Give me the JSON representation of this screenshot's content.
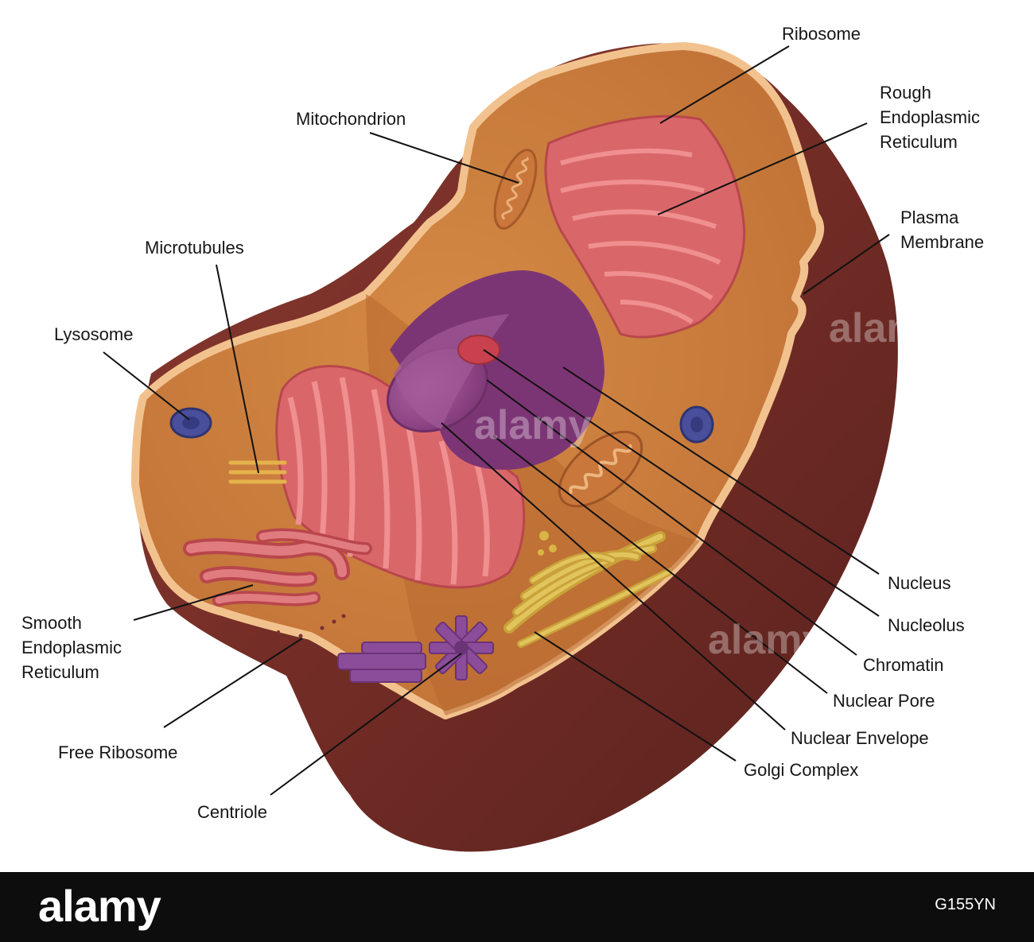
{
  "labels": {
    "ribosome": "Ribosome",
    "mitochondrion": "Mitochondrion",
    "rough_er": [
      "Rough",
      "Endoplasmic",
      "Reticulum"
    ],
    "plasma_membrane": [
      "Plasma",
      "Membrane"
    ],
    "microtubules": "Microtubules",
    "lysosome": "Lysosome",
    "smooth_er": [
      "Smooth",
      "Endoplasmic",
      "Reticulum"
    ],
    "free_ribosome": "Free Ribosome",
    "centriole": "Centriole",
    "nucleus": "Nucleus",
    "nucleolus": "Nucleolus",
    "chromatin": "Chromatin",
    "nuclear_pore": "Nuclear Pore",
    "nuclear_envelope": "Nuclear Envelope",
    "golgi_complex": "Golgi Complex"
  },
  "watermark": "alamy",
  "footer": {
    "logo": "alamy",
    "image_id": "G155YN"
  },
  "colors": {
    "cytoplasm": "#c97a3c",
    "cell_exterior": "#6e2a24",
    "membrane_edge": "#f4c592",
    "rough_er": "#d9676a",
    "nucleus": "#9a4d8c",
    "nucleolus": "#c9414e",
    "golgi": "#d7b545",
    "lysosome": "#4a4f9c",
    "centriole": "#8b4c99",
    "mitochondrion": "#c9773b"
  }
}
